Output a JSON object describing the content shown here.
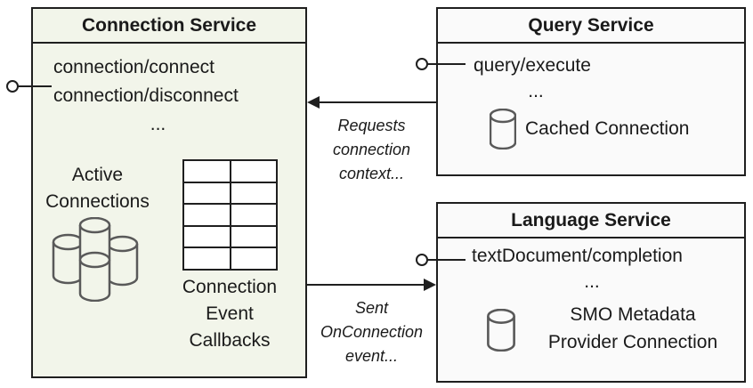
{
  "diagram": {
    "connection_service": {
      "title": "Connection Service",
      "methods": [
        "connection/connect",
        "connection/disconnect",
        "..."
      ],
      "active_connections_label": "Active\nConnections",
      "callbacks_label": "Connection\nEvent\nCallbacks"
    },
    "query_service": {
      "title": "Query Service",
      "methods": [
        "query/execute",
        "..."
      ],
      "cached_connection_label": "Cached Connection"
    },
    "language_service": {
      "title": "Language Service",
      "methods": [
        "textDocument/completion",
        "..."
      ],
      "smo_label": "SMO Metadata\nProvider Connection"
    },
    "arrows": {
      "requests_label": "Requests\nconnection\ncontext...",
      "sent_label": "Sent\nOnConnection\nevent..."
    },
    "icons": {
      "active_connections": "database-cluster-icon",
      "cached_connection": "database-icon",
      "smo_connection": "database-icon",
      "callbacks": "table-grid-icon",
      "interface_connector": "lollipop-connector"
    },
    "colors": {
      "connection_fill": "#f2f5ea",
      "service_fill": "#fafafa",
      "border": "#1f1f1f",
      "cylinder_stroke": "#595959",
      "text": "#1a1a1a"
    }
  }
}
